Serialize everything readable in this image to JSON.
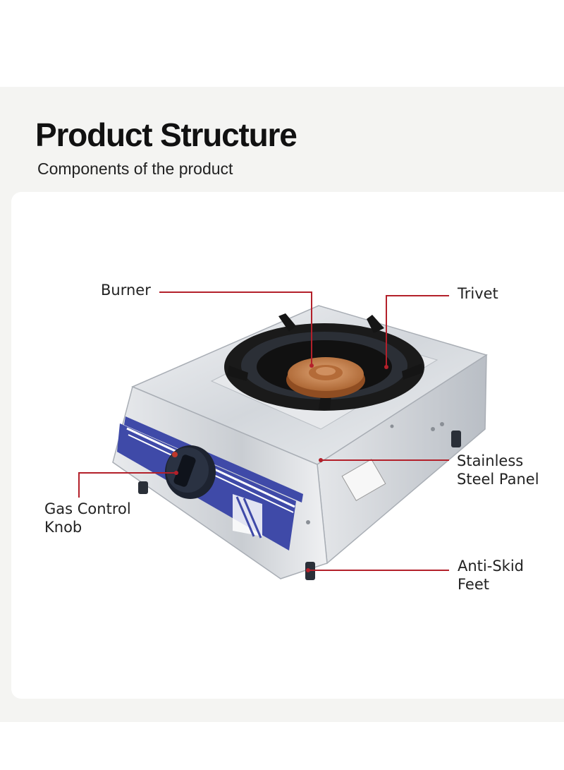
{
  "header": {
    "title": "Product Structure",
    "subtitle": "Components of the product"
  },
  "callouts": {
    "burner": "Burner",
    "trivet": "Trivet",
    "panel_line1": "Stainless",
    "panel_line2": "Steel Panel",
    "knob_line1": "Gas Control",
    "knob_line2": "Knob",
    "feet_line1": "Anti-Skid",
    "feet_line2": "Feet"
  },
  "colors": {
    "callout_line": "#b3202a",
    "panel_blue": "#3f4aa8",
    "steel": "#d9dde2",
    "trivet_black": "#1a1a1a",
    "burner_copper": "#c9834e"
  }
}
